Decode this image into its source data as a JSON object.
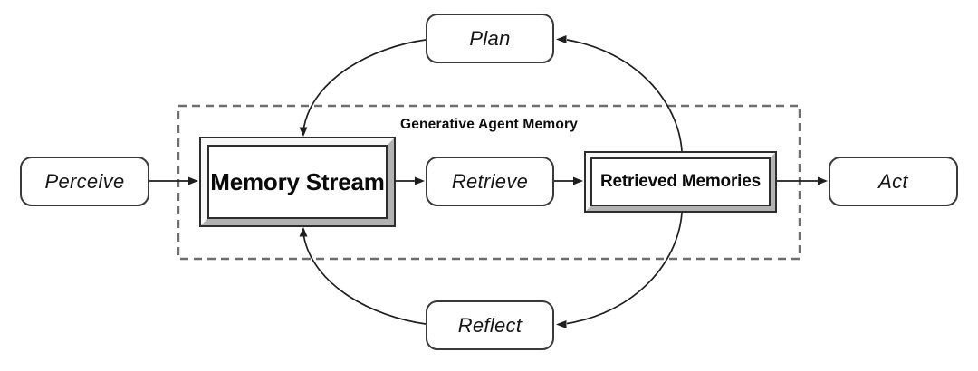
{
  "diagram": {
    "container_label": "Generative Agent Memory",
    "nodes": {
      "perceive": {
        "label": "Perceive",
        "shape": "rounded"
      },
      "plan": {
        "label": "Plan",
        "shape": "rounded"
      },
      "memory_stream": {
        "label": "Memory Stream",
        "shape": "framed"
      },
      "retrieve": {
        "label": "Retrieve",
        "shape": "rounded"
      },
      "retrieved_memories": {
        "label": "Retrieved Memories",
        "shape": "framed"
      },
      "act": {
        "label": "Act",
        "shape": "rounded"
      },
      "reflect": {
        "label": "Reflect",
        "shape": "rounded"
      }
    },
    "edges": [
      {
        "from": "perceive",
        "to": "memory_stream",
        "style": "straight-arrow"
      },
      {
        "from": "memory_stream",
        "to": "retrieve",
        "style": "straight-arrow"
      },
      {
        "from": "retrieve",
        "to": "retrieved_memories",
        "style": "straight-arrow"
      },
      {
        "from": "retrieved_memories",
        "to": "act",
        "style": "straight-arrow"
      },
      {
        "from": "retrieved_memories",
        "to": "plan",
        "style": "curved-arrow"
      },
      {
        "from": "plan",
        "to": "memory_stream",
        "style": "curved-arrow"
      },
      {
        "from": "retrieved_memories",
        "to": "reflect",
        "style": "curved-arrow"
      },
      {
        "from": "reflect",
        "to": "memory_stream",
        "style": "curved-arrow"
      }
    ],
    "colors": {
      "background": "#ffffff",
      "stroke": "#1f1f1f",
      "node_border": "#3a3a3a",
      "dashed_border": "#6e6e6e",
      "bevel_light": "#f8f8f8",
      "bevel_dark": "#b2b2b2",
      "text": "#111111"
    }
  }
}
